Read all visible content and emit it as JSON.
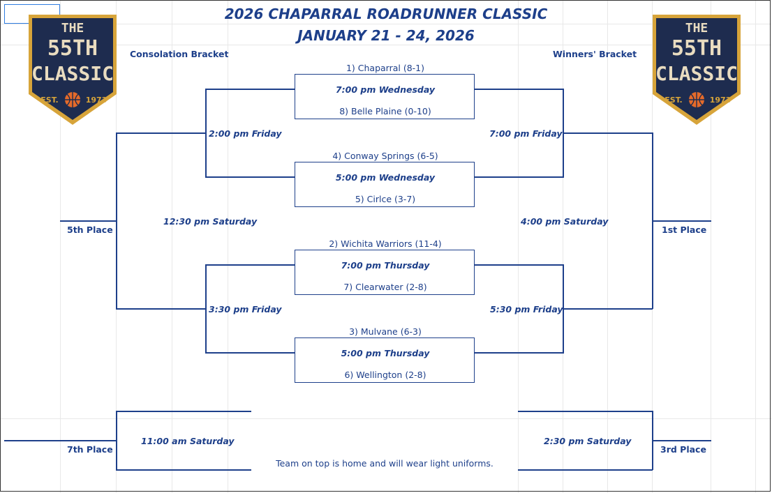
{
  "title": {
    "line1": "2026 CHAPARRAL ROADRUNNER CLASSIC",
    "line2": "JANUARY 21 - 24, 2026"
  },
  "logo": {
    "line1": "THE",
    "line2": "55TH",
    "line3": "CLASSIC",
    "est_left": "EST.",
    "est_right": "1973",
    "colors": {
      "navy": "#1e2c4f",
      "gold": "#d7a43a",
      "orange": "#e46a2a"
    }
  },
  "headers": {
    "consolation": "Consolation Bracket",
    "winners": "Winners' Bracket"
  },
  "games": [
    {
      "top": "1) Chaparral (8-1)",
      "time": "7:00 pm Wednesday",
      "bottom": "8) Belle Plaine (0-10)"
    },
    {
      "top": "4) Conway Springs (6-5)",
      "time": "5:00 pm Wednesday",
      "bottom": "5) Cirlce (3-7)"
    },
    {
      "top": "2) Wichita Warriors (11-4)",
      "time": "7:00 pm Thursday",
      "bottom": "7) Clearwater (2-8)"
    },
    {
      "top": "3) Mulvane  (6-3)",
      "time": "5:00 pm Thursday",
      "bottom": "6) Wellington (2-8)"
    }
  ],
  "times": {
    "cons_fri_1": "2:00 pm Friday",
    "cons_fri_2": "3:30 pm Friday",
    "win_fri_1": "7:00 pm Friday",
    "win_fri_2": "5:30 pm Friday",
    "cons_sat": "12:30 pm Saturday",
    "win_sat": "4:00 pm Saturday",
    "seventh_sat": "11:00 am Saturday",
    "third_sat": "2:30 pm Saturday"
  },
  "places": {
    "fifth": "5th Place",
    "first": "1st Place",
    "seventh": "7th Place",
    "third": "3rd Place"
  },
  "note": "Team on top is home and will wear light uniforms.",
  "accent_color": "#1d3f8a"
}
